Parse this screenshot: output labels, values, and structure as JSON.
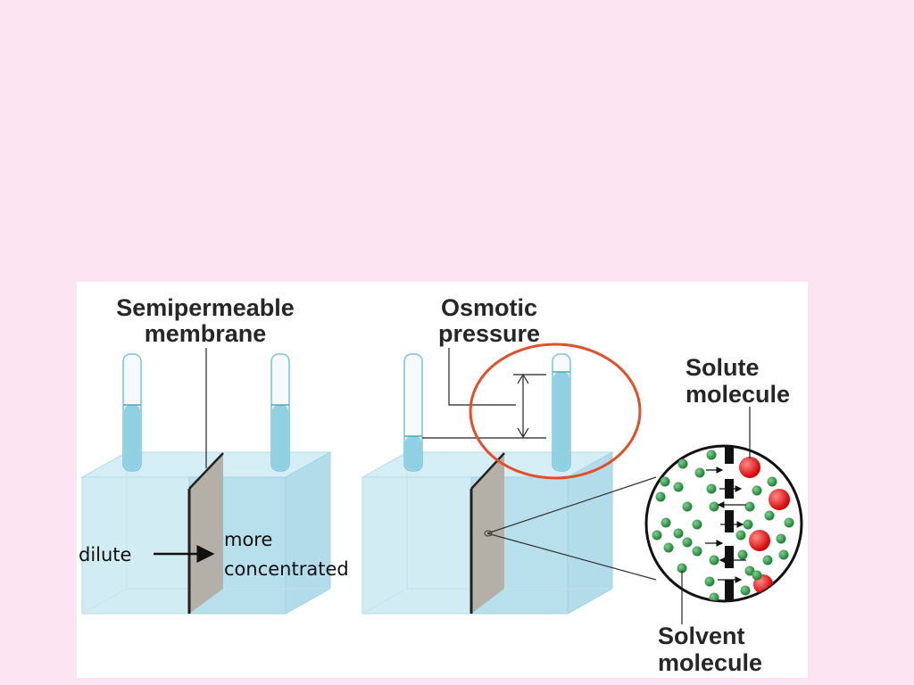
{
  "labels": {
    "semipermeable_line1": "Semipermeable",
    "semipermeable_line2": "membrane",
    "osmotic_line1": "Osmotic",
    "osmotic_line2": "pressure",
    "solute_line1": "Solute",
    "solute_line2": "molecule",
    "solvent_line1": "Solvent",
    "solvent_line2": "molecule",
    "dilute": "dilute",
    "more_line1": "more",
    "more_line2": "concentrated"
  },
  "colors": {
    "slide_background": "#fde4f2",
    "water": "#bfe3ee",
    "water_dark": "#a9d8e8",
    "membrane": "#b4b0a8",
    "highlight_circle": "#e0502a",
    "solvent_molecule": "#2e9a4a",
    "solute_molecule": "#e81e1e"
  }
}
